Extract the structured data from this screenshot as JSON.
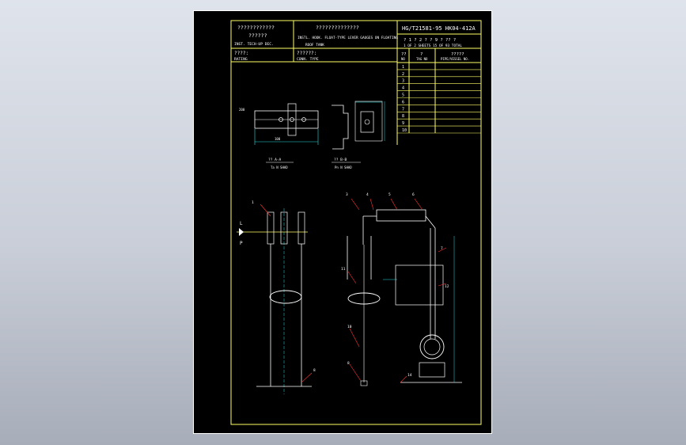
{
  "title_block": {
    "left_line1": "????????????",
    "left_line2": "??????",
    "left_line3": "INST. TECH-UP DEC.",
    "title_line1": "??????????????",
    "title_line2": "INSTL. HOOK. FLOAT-TYPE LEVER GAUGES ON FLOATING",
    "title_line3": "ROOF TANK",
    "drawing_no": "HG/T21581-95 HK04-412A",
    "sheet_info_cn": "? 1 ? 2 ?  ? 9 ?  ?? ?",
    "sheet_info_en": "1 OF 2 SHEETS 15 OF 93 TOTAL",
    "rating_cn": "????:",
    "rating_en": "RATING",
    "conn_cn": "??????:",
    "conn_en": "CONN. TYPE"
  },
  "table": {
    "headers_cn": [
      "??",
      "?",
      "?????"
    ],
    "headers_en": [
      "NO",
      "TAG NO",
      "PIPE/VESSEL NO."
    ],
    "rows": [
      "1",
      "2",
      "3",
      "4",
      "5",
      "6",
      "7",
      "8",
      "9",
      "10"
    ]
  },
  "detail_views": {
    "view1_caption": "?? A-A",
    "view1_sub": "Ta N SHAD",
    "view2_caption": "?? B-B",
    "view2_sub": "Pn N SHAD"
  },
  "labels": {
    "left_top": "1",
    "left_l": "L",
    "left_p": "P",
    "center_3": "3",
    "center_4": "4",
    "center_5": "5",
    "center_6": "6",
    "center_7": "7",
    "center_11": "11",
    "center_12": "12",
    "center_10": "10",
    "center_8": "8",
    "center_14": "14",
    "left_8": "8",
    "dim_l1": "100",
    "dim_l2": "200"
  },
  "colors": {
    "frame": "#ffff66",
    "lines": "#ffffff",
    "aux": "#29e0e0",
    "leader": "#ff3333",
    "sheet_bg": "#000000"
  }
}
